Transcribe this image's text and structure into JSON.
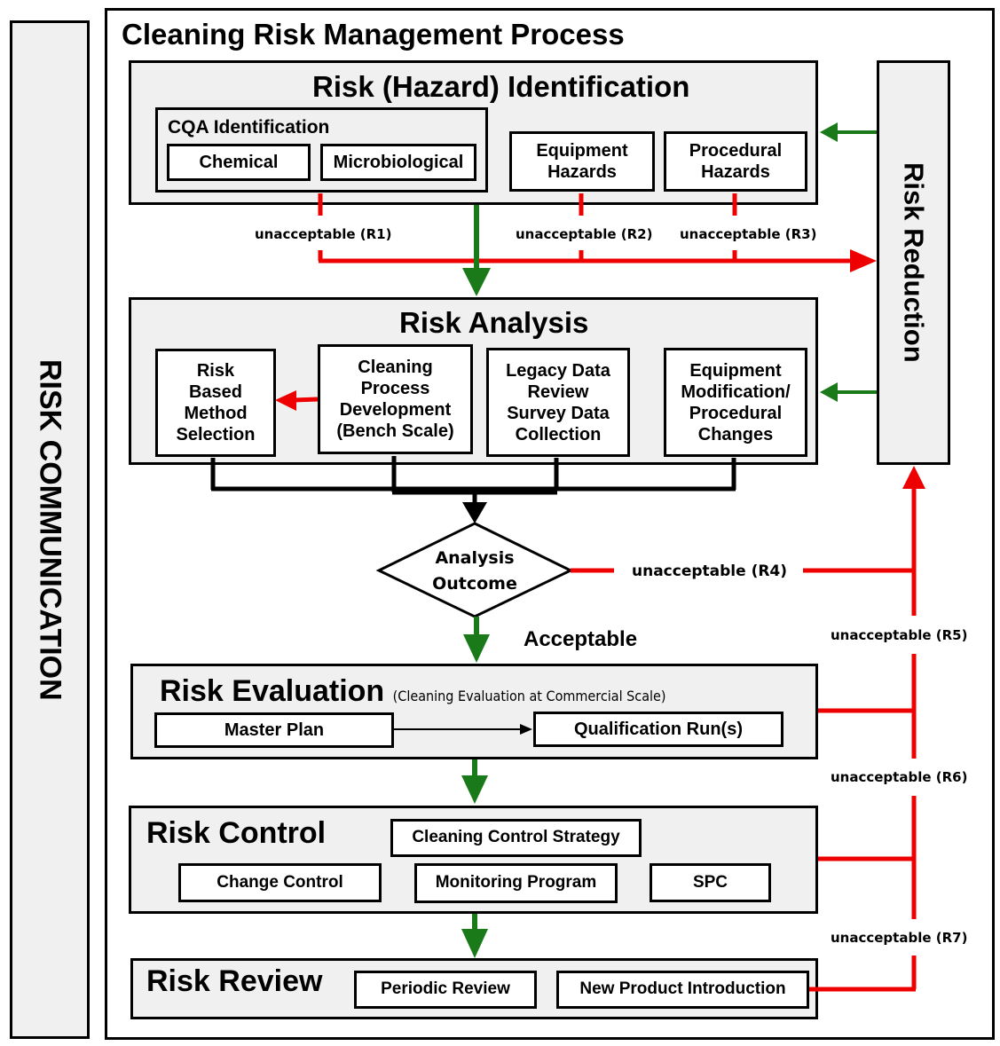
{
  "colors": {
    "flow_accept": "#1a7a1a",
    "flow_reject": "#ee0000",
    "panel_bg": "#f0f0f0",
    "stroke": "#000000"
  },
  "side_banner": {
    "label": "RISK COMMUNICATION"
  },
  "main": {
    "title": "Cleaning Risk Management Process"
  },
  "risk_reduction": {
    "label": "Risk Reduction"
  },
  "identification": {
    "title": "Risk (Hazard) Identification",
    "cqa": {
      "title": "CQA Identification",
      "items": [
        "Chemical",
        "Microbiological"
      ]
    },
    "equipment_hazards": "Equipment\nHazards",
    "procedural_hazards": "Procedural\nHazards"
  },
  "analysis": {
    "title": "Risk Analysis",
    "items": [
      "Risk\nBased\nMethod\nSelection",
      "Cleaning\nProcess\nDevelopment\n(Bench Scale)",
      "Legacy Data\nReview\nSurvey Data\nCollection",
      "Equipment\nModification/\nProcedural\nChanges"
    ]
  },
  "decision": {
    "label": "Analysis\nOutcome",
    "accept_label": "Acceptable"
  },
  "evaluation": {
    "title": "Risk Evaluation",
    "subtitle": "(Cleaning Evaluation at Commercial Scale)",
    "items": [
      "Master Plan",
      "Qualification Run(s)"
    ]
  },
  "control": {
    "title": "Risk Control",
    "items": [
      "Cleaning Control Strategy",
      "Change Control",
      "Monitoring Program",
      "SPC"
    ]
  },
  "review": {
    "title": "Risk Review",
    "items": [
      "Periodic Review",
      "New Product Introduction"
    ]
  },
  "reject_labels": {
    "r1": "unacceptable (R1)",
    "r2": "unacceptable (R2)",
    "r3": "unacceptable (R3)",
    "r4": "unacceptable (R4)",
    "r5": "unacceptable (R5)",
    "r6": "unacceptable (R6)",
    "r7": "unacceptable (R7)"
  }
}
